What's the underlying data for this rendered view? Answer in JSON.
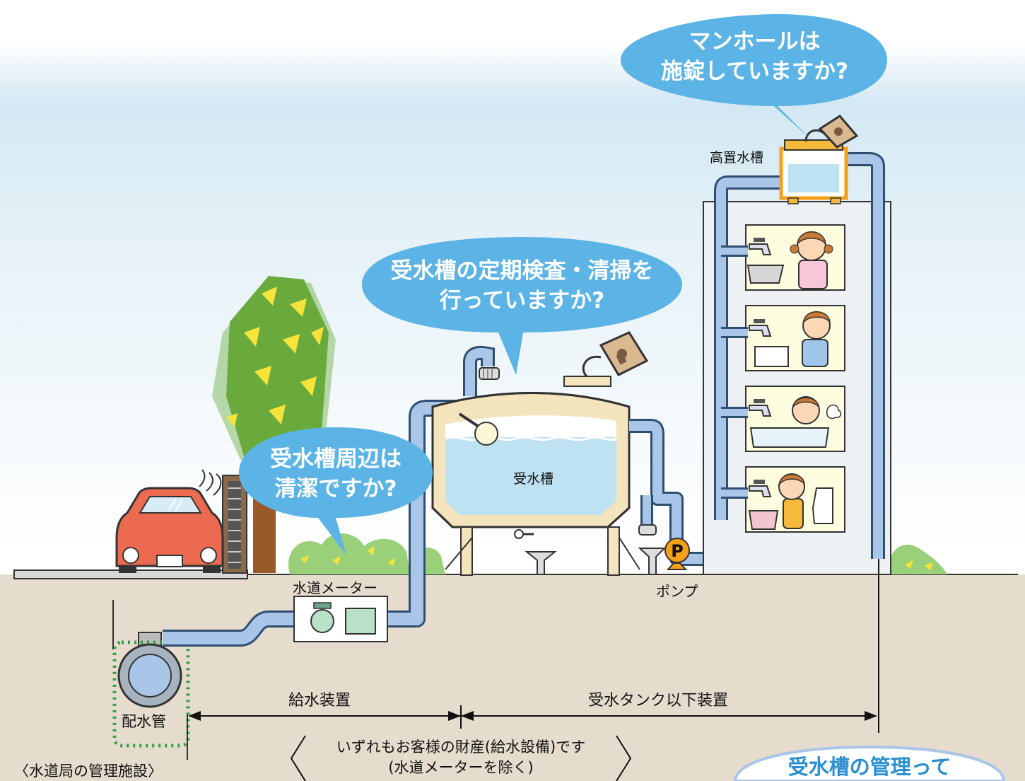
{
  "bubbles": {
    "manhole": {
      "line1": "マンホールは",
      "line2": "施錠していますか?"
    },
    "inspection": {
      "line1": "受水槽の定期検査・清掃を",
      "line2": "行っていますか?"
    },
    "surroundings": {
      "line1": "受水槽周辺は",
      "line2": "清潔ですか?"
    },
    "management": {
      "line1": "受水槽の管理って"
    }
  },
  "labels": {
    "elevated_tank": "高置水槽",
    "receiving_tank": "受水槽",
    "water_meter": "水道メーター",
    "pump": "ポンプ",
    "pump_symbol": "P",
    "distribution_main": "配水管",
    "bureau_facility": "〈水道局の管理施設〉"
  },
  "ranges": {
    "supply_device": "給水装置",
    "below_tank_device": "受水タンク以下装置"
  },
  "ownership_note": {
    "line1": "いずれもお客様の財産(給水設備)です",
    "line2": "(水道メーターを除く)"
  },
  "colors": {
    "bubble": "#5bb3e6",
    "pipe": "#a9c5e8",
    "pipe_outline": "#2f4f72",
    "ground": "#e5dccd",
    "sky": "#d3e8f3",
    "tank_frame": "#f4e4bd",
    "water": "#bfe2f3",
    "pump": "#f6a01a",
    "tree": "#6aaa3c",
    "car": "#ec6b50",
    "hatch_border": "#2ea043"
  },
  "icons": [
    "padlock-icon",
    "faucet-icon",
    "float-valve-icon",
    "vent-cap-icon"
  ]
}
